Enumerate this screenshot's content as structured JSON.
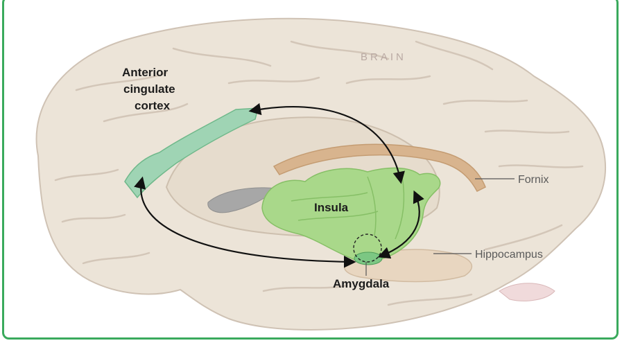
{
  "figure": {
    "brain_label": "BRAIN",
    "labels": {
      "acc_line1": "Anterior",
      "acc_line2": "cingulate",
      "acc_line3": "cortex",
      "insula": "Insula",
      "amygdala": "Amygdala",
      "fornix": "Fornix",
      "hippocampus": "Hippocampus"
    },
    "colors": {
      "frame": "#3aaa5c",
      "brain_fill": "#ece4d8",
      "brain_sulcus": "#cfc2b4",
      "green_region": "#a9d88a",
      "acc_region": "#9fd4b4",
      "fornix": "#d8b48e",
      "hippocampus": "#e8d6c0",
      "arrow": "#111111"
    }
  }
}
